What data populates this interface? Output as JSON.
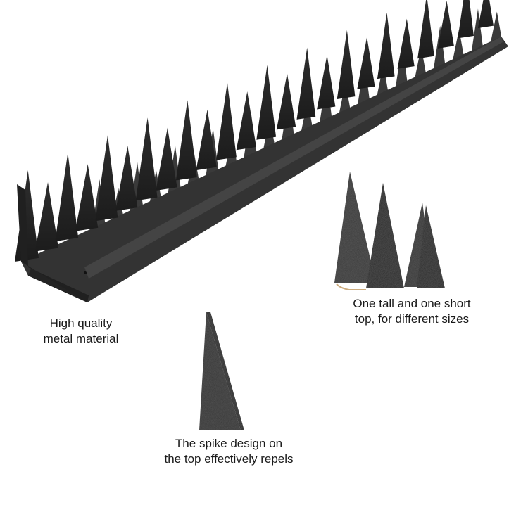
{
  "captions": {
    "material": {
      "line1": "High quality",
      "line2": "metal material"
    },
    "tops": {
      "line1": "One tall and one short",
      "line2": "top, for different sizes"
    },
    "spike": {
      "line1": "The spike design on",
      "line2": "the top effectively repels"
    }
  },
  "colors": {
    "background": "#ffffff",
    "metal": "#2b2b2b",
    "metal_dark": "#161616",
    "metal_light": "#3e3e3e",
    "edge_highlight": "#d8b27c"
  }
}
